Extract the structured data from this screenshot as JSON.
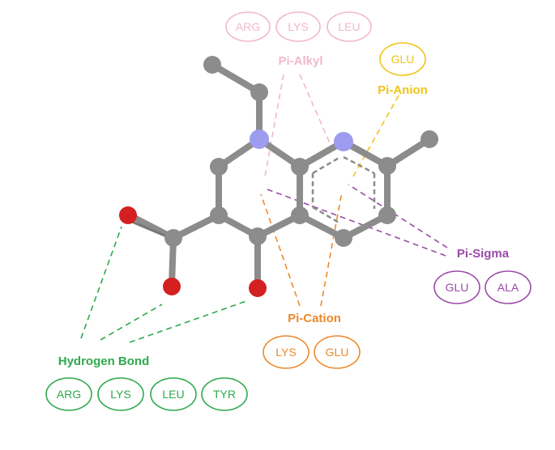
{
  "interactions": {
    "pi_alkyl": {
      "label": "Pi-Alkyl",
      "color": "#f2b8c8",
      "residues": [
        "ARG",
        "LYS",
        "LEU"
      ]
    },
    "pi_anion": {
      "label": "Pi-Anion",
      "color": "#f0c419",
      "residues": [
        "GLU"
      ]
    },
    "pi_sigma": {
      "label": "Pi-Sigma",
      "color": "#9b4ca8",
      "residues": [
        "GLU",
        "ALA"
      ]
    },
    "pi_cation": {
      "label": "Pi-Cation",
      "color": "#ea8a2e",
      "residues": [
        "LYS",
        "GLU"
      ]
    },
    "hydrogen_bond": {
      "label": "Hydrogen Bond",
      "color": "#2ea94d",
      "residues": [
        "ARG",
        "LYS",
        "LEU",
        "TYR"
      ]
    }
  },
  "atom_colors": {
    "carbon": "#8c8c8c",
    "nitrogen": "#9c9cf0",
    "oxygen": "#d42020"
  }
}
